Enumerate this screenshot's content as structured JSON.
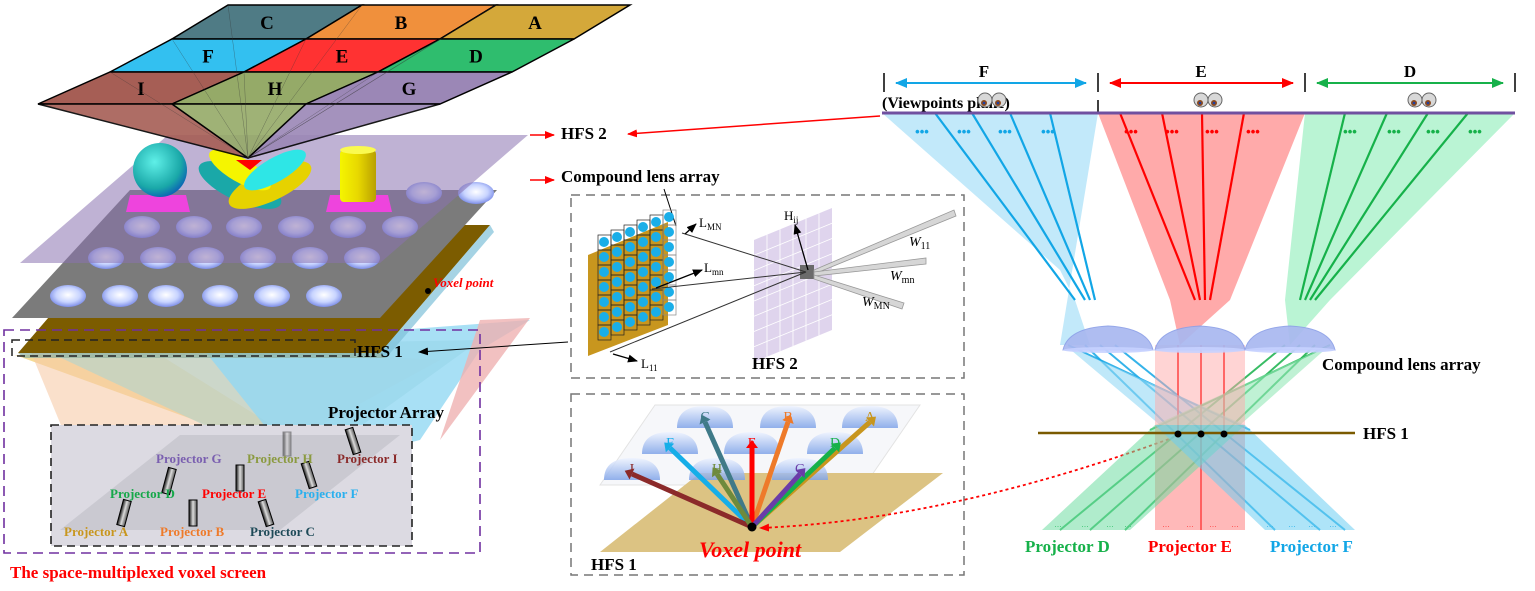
{
  "colors": {
    "A": "#d4a83a",
    "B": "#f0903c",
    "C": "#4f7b85",
    "D": "#2fbd6e",
    "E": "#ff3232",
    "F": "#33c0f0",
    "G": "#9b87b6",
    "H": "#95aa68",
    "I": "#a65e55",
    "red": "#ff0000",
    "green": "#16b14a",
    "blue": "#12a6e6",
    "hfs_brown": "#7a5a00",
    "purple_dash": "#7030a0"
  },
  "left_panel": {
    "viewpoint_cells": [
      {
        "id": "C",
        "label": "C"
      },
      {
        "id": "B",
        "label": "B"
      },
      {
        "id": "A",
        "label": "A"
      },
      {
        "id": "F",
        "label": "F"
      },
      {
        "id": "E",
        "label": "E"
      },
      {
        "id": "D",
        "label": "D"
      },
      {
        "id": "I",
        "label": "I"
      },
      {
        "id": "H",
        "label": "H"
      },
      {
        "id": "G",
        "label": "G"
      }
    ],
    "hfs2_label": "HFS 2",
    "compound_lens_label": "Compound lens array",
    "voxel_point_label": "Voxel point",
    "hfs1_label": "HFS 1",
    "projector_array_label": "Projector Array",
    "projectors": [
      {
        "id": "G",
        "label": "Projector G"
      },
      {
        "id": "H",
        "label": "Projector H"
      },
      {
        "id": "I",
        "label": "Projector I"
      },
      {
        "id": "D",
        "label": "Projector D"
      },
      {
        "id": "E",
        "label": "Projector E"
      },
      {
        "id": "F",
        "label": "Projector F"
      },
      {
        "id": "A",
        "label": "Projector A"
      },
      {
        "id": "B",
        "label": "Projector B"
      },
      {
        "id": "C",
        "label": "Projector C"
      }
    ],
    "caption": "The space-multiplexed voxel screen"
  },
  "middle_top": {
    "lens_labels": {
      "LMN": "L",
      "LMN_sub": "MN",
      "Lmn": "L",
      "Lmn_sub": "mn",
      "L11": "L",
      "L11_sub": "11"
    },
    "hij": "H",
    "hij_sub": "ij",
    "w_labels": [
      {
        "main": "W",
        "sub": "11"
      },
      {
        "main": "W",
        "sub": "mn"
      },
      {
        "main": "W",
        "sub": "MN"
      }
    ],
    "hfs2_label": "HFS 2"
  },
  "middle_bottom": {
    "lens_letters": [
      "C",
      "B",
      "A",
      "F",
      "E",
      "D",
      "I",
      "H",
      "G"
    ],
    "hfs1_label": "HFS 1",
    "voxel_point_label": "Voxel point"
  },
  "right_panel": {
    "zones": [
      {
        "id": "F",
        "label": "F"
      },
      {
        "id": "E",
        "label": "E"
      },
      {
        "id": "D",
        "label": "D"
      }
    ],
    "viewpoints_plane_label": "(Viewpoints plane)",
    "ellipsis": "•••",
    "compound_lens_label": "Compound lens array",
    "hfs1_label": "HFS 1",
    "projectors": [
      {
        "id": "D",
        "label": "Projector D"
      },
      {
        "id": "E",
        "label": "Projector E"
      },
      {
        "id": "F",
        "label": "Projector F"
      }
    ]
  }
}
